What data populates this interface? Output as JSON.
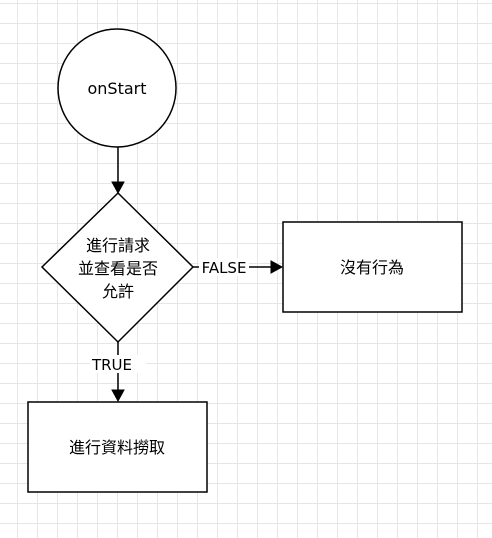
{
  "diagram": {
    "nodes": {
      "start": {
        "label": "onStart"
      },
      "decision": {
        "lines": [
          "進行請求",
          "並查看是否",
          "允許"
        ]
      },
      "no_action": {
        "label": "沒有行為"
      },
      "fetch": {
        "label": "進行資料撈取"
      }
    },
    "edges": {
      "false_edge": {
        "label": "FALSE"
      },
      "true_edge": {
        "label": "TRUE"
      }
    }
  }
}
